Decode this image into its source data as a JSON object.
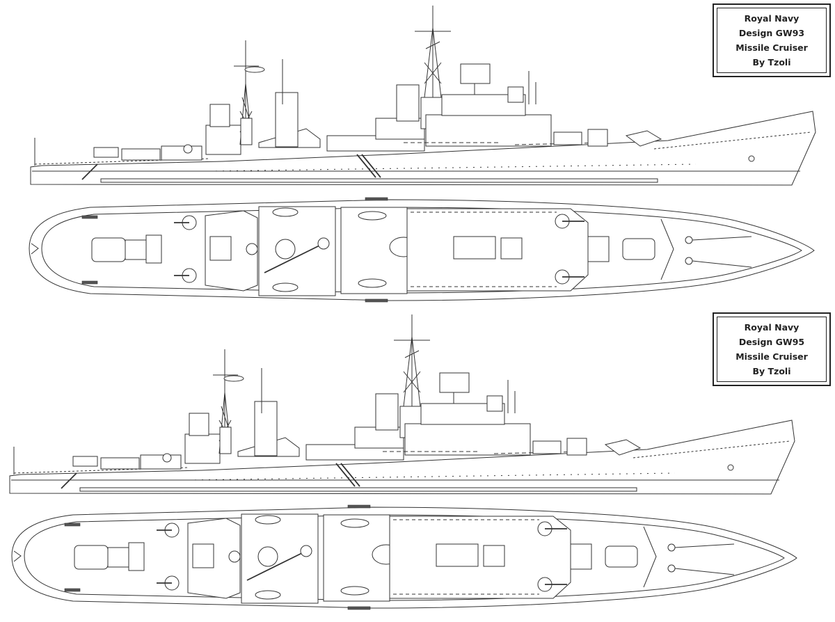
{
  "designs": [
    {
      "label_lines": [
        "Royal Navy",
        "Design GW93",
        "Missile Cruiser",
        "By Tzoli"
      ]
    },
    {
      "label_lines": [
        "Royal Navy",
        "Design GW95",
        "Missile Cruiser",
        "By Tzoli"
      ]
    }
  ],
  "colors": {
    "line": "#333333",
    "background": "#ffffff"
  }
}
